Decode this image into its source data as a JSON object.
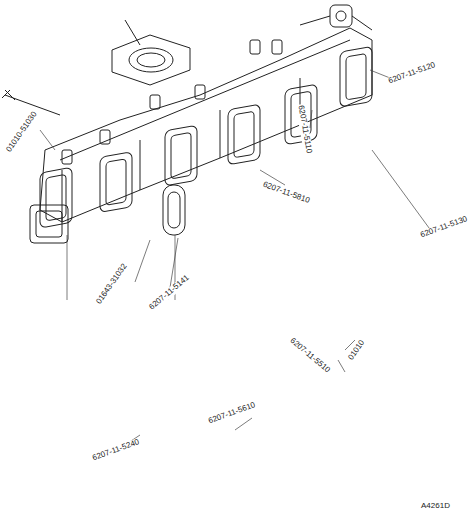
{
  "diagram": {
    "labels": [
      "6207-11-5120",
      "6207-11-5130",
      "01010-51030",
      "6207-11-5110",
      "6207-11-5810",
      "01643-31032",
      "6207-11-5141",
      "6207-11-5510",
      "01010",
      "6207-11-5610",
      "6207-11-5240",
      "A4261D"
    ]
  }
}
